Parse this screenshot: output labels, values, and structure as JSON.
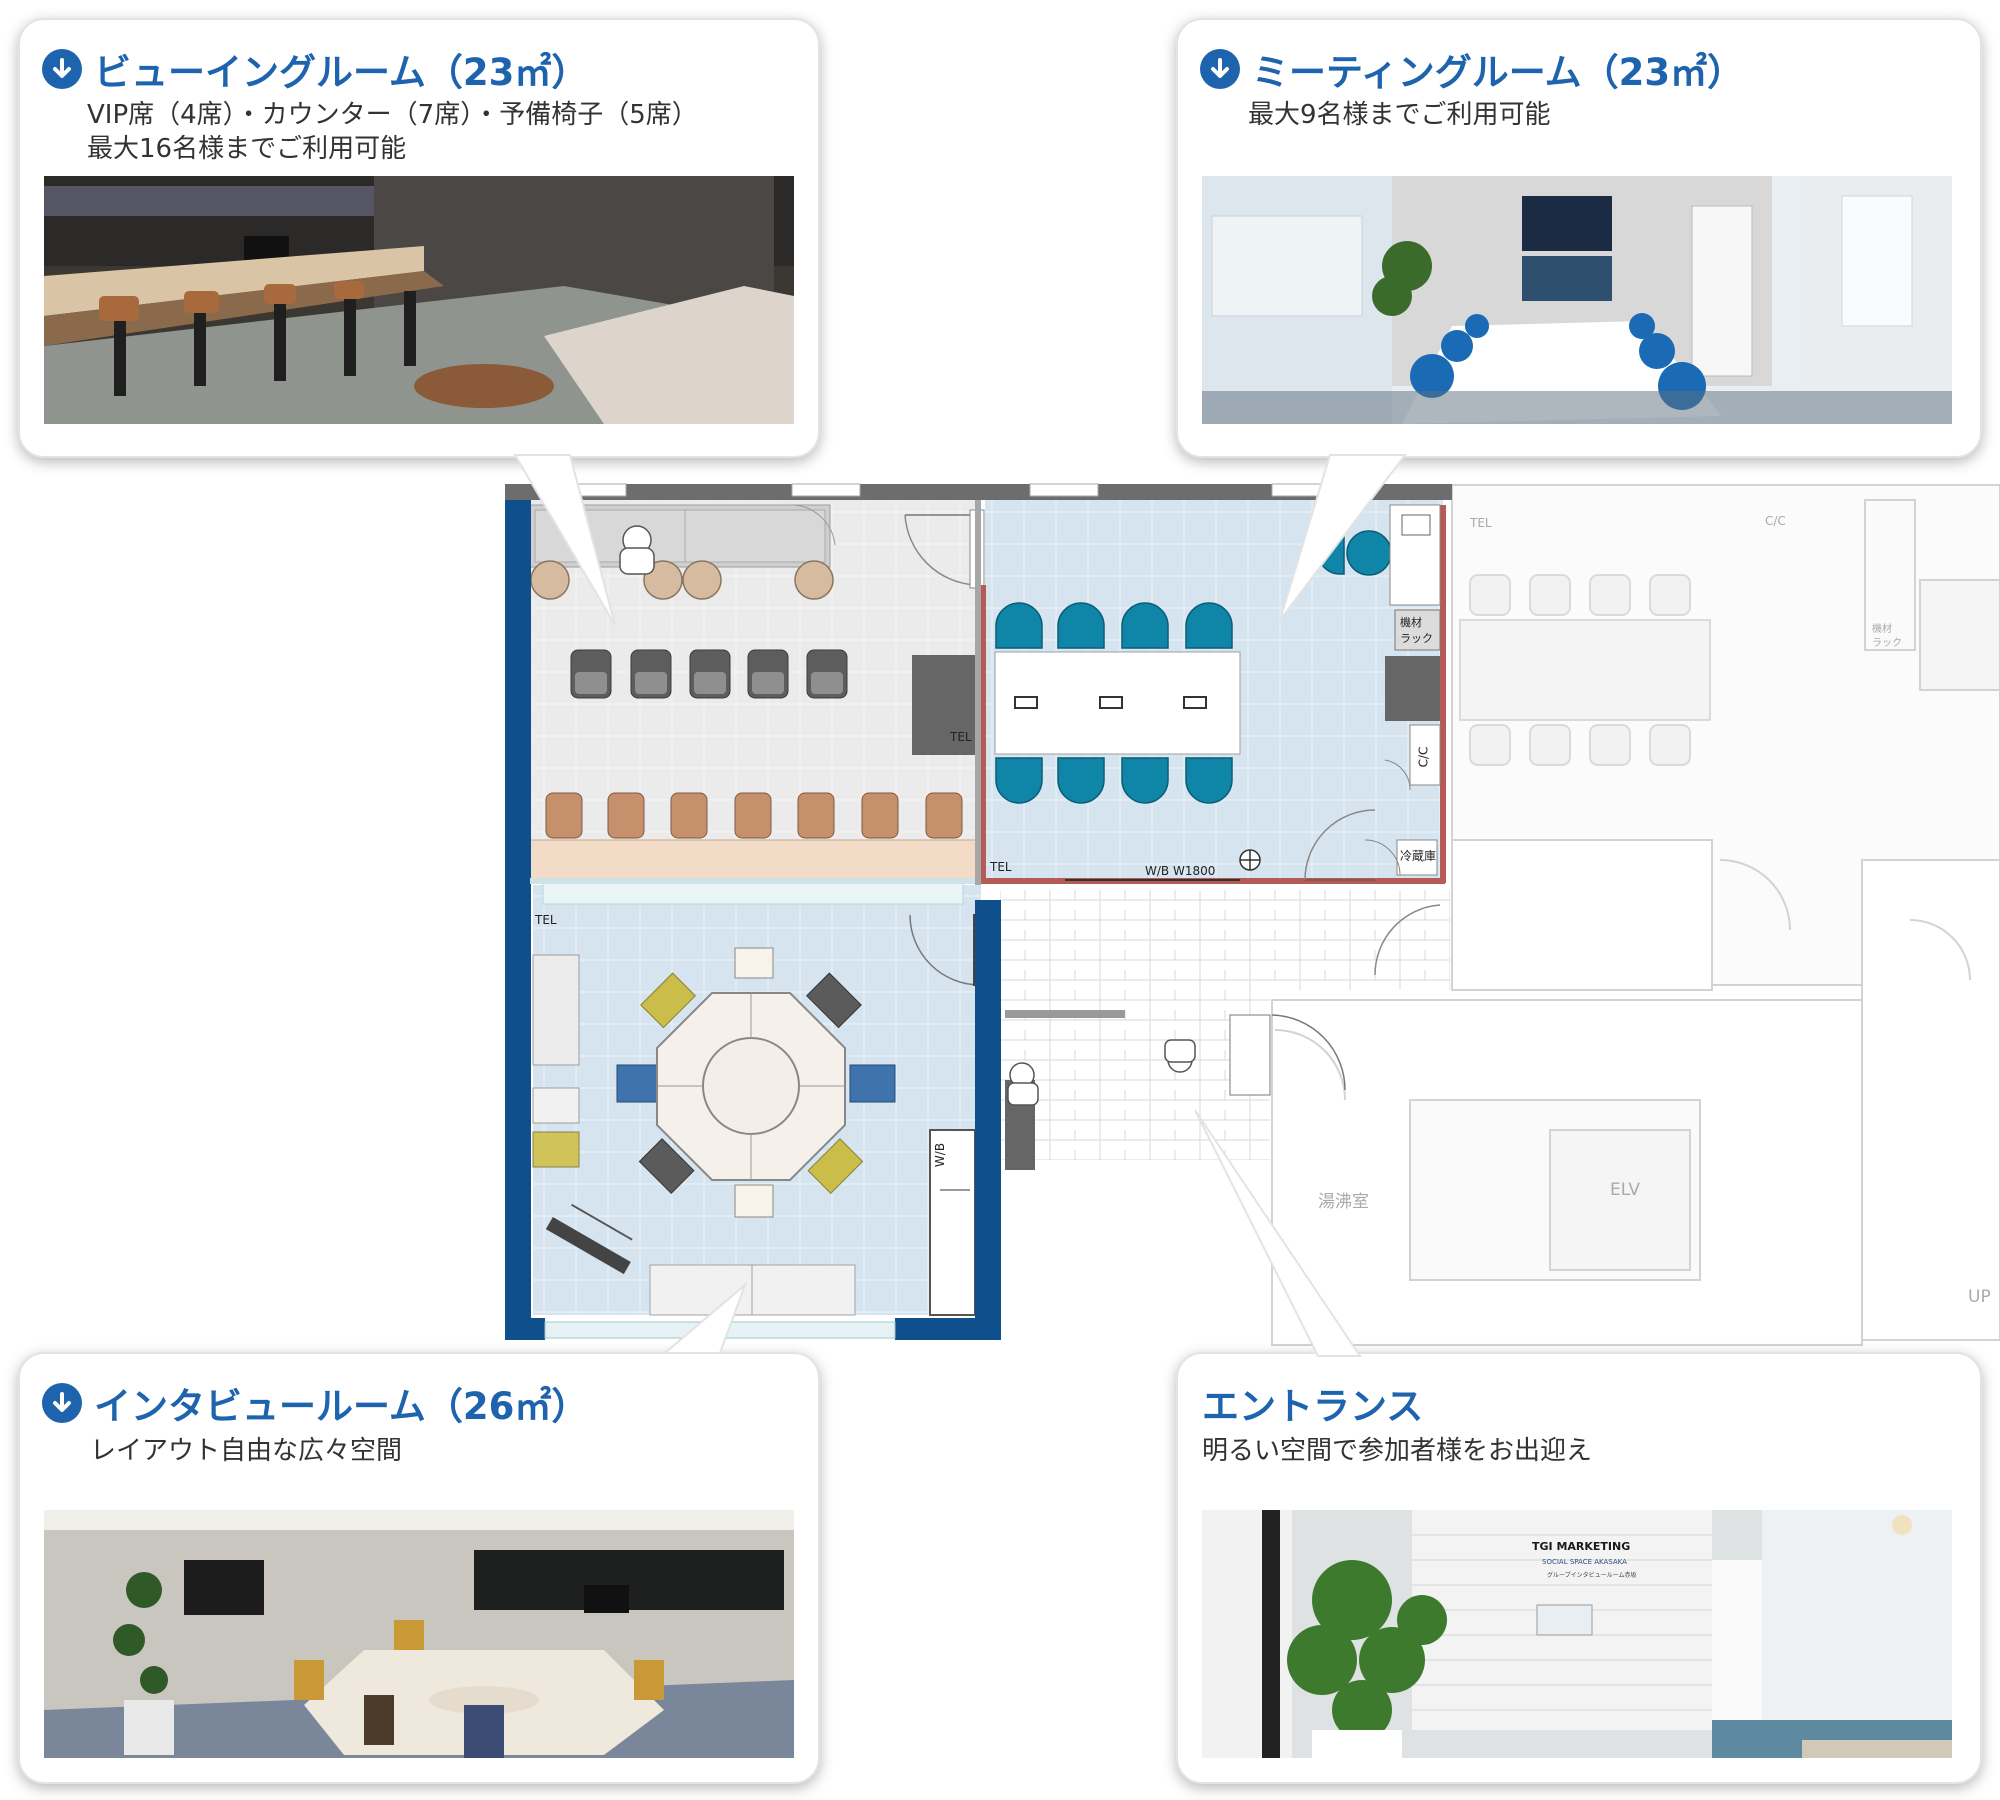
{
  "cards": {
    "viewing": {
      "title": "ビューイングルーム（23㎡）",
      "line1": "VIP席（4席）・カウンター（7席）・予備椅子（5席）",
      "line2": "最大16名様までご利用可能"
    },
    "meeting": {
      "title": "ミーティングルーム（23㎡）",
      "line1": "最大9名様までご利用可能"
    },
    "interview": {
      "title": "インタビュールーム（26㎡）",
      "line1": "レイアウト自由な広々空間"
    },
    "entrance": {
      "title": "エントランス",
      "line1": "明るい空間で参加者様をお出迎え",
      "sign_brand": "TGI MARKETING",
      "sign_sub": "SOCIAL SPACE AKASAKA",
      "sign_caption": "グループインタビュールーム赤坂"
    }
  },
  "floorplan": {
    "labels": {
      "tel": "TEL",
      "wb": "W/B",
      "wb_w1800": "W/B W1800",
      "cc": "C/C",
      "equipment_rack_1": "機材",
      "equipment_rack_2": "ラック",
      "fridge": "冷蔵庫",
      "kettle_room": "湯沸室",
      "elevator": "ELV",
      "up": "UP"
    }
  },
  "colors": {
    "accent": "#1e63ad",
    "wall_blue": "#0e4f8c",
    "meeting_floor": "#d6e4ef",
    "viewing_floor": "#ececec",
    "teal_chair": "#0f86a8",
    "wall_red": "#b55a55"
  },
  "icons": {
    "section_marker": "arrow-down-circle-icon"
  }
}
